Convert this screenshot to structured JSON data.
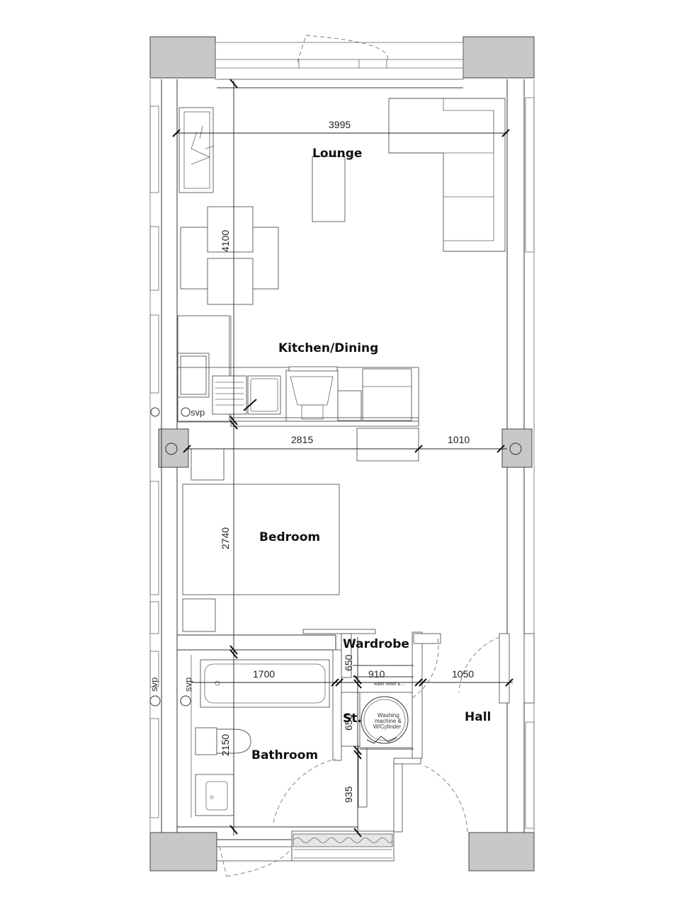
{
  "rooms": {
    "lounge": "Lounge",
    "kitchen": "Kitchen/Dining",
    "bedroom": "Bedroom",
    "wardrobe": "Wardrobe",
    "bathroom": "Bathroom",
    "hall": "Hall",
    "store": "St."
  },
  "dimensions": {
    "lounge_width": "3995",
    "lounge_depth": "4100",
    "kitchen_run": "2815",
    "kitchen_gap": "1010",
    "bedroom_depth": "2740",
    "wardrobe_depth": "650",
    "bath_length": "1700",
    "store_width": "910",
    "hall_width": "1050",
    "store_depth": "650",
    "bathroom_depth": "2150",
    "hall_depth": "935"
  },
  "labels": {
    "svp_kitchen": "svp",
    "svp_bath_left": "svp",
    "svp_bath_right": "svp",
    "washing_machine_line1": "Washing",
    "washing_machine_line2": "machine &",
    "washing_machine_line3": "W/Cylinder",
    "water_meter": "water meter & ..."
  }
}
